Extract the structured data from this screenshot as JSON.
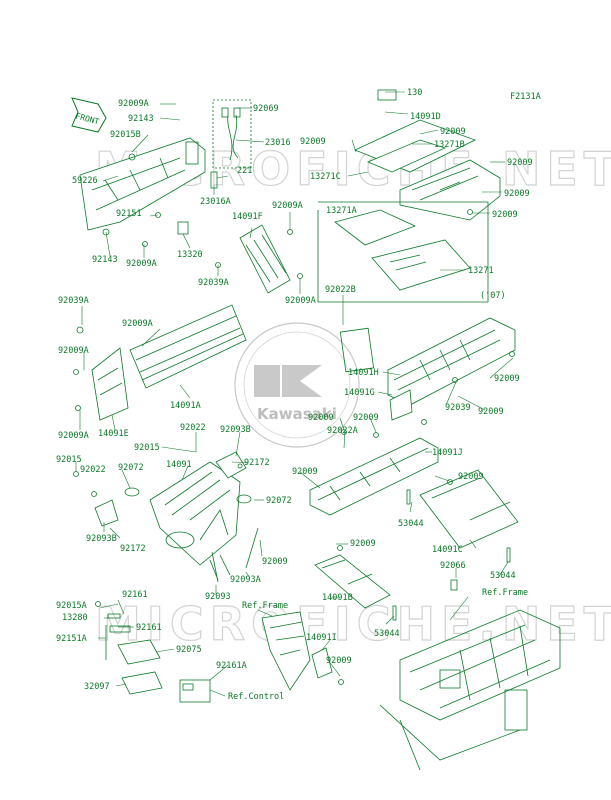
{
  "figure_code": "F2131A",
  "front_arrow_label": "FRONT",
  "watermark_text": "MICROFICHE.NET",
  "logo_text": "Kawasaki",
  "accent_color": "#0a7a26",
  "callouts": [
    {
      "id": "c1",
      "text": "92009A"
    },
    {
      "id": "c2",
      "text": "92143"
    },
    {
      "id": "c3",
      "text": "92015B"
    },
    {
      "id": "c4",
      "text": "59226"
    },
    {
      "id": "c5",
      "text": "92069"
    },
    {
      "id": "c6",
      "text": "23016"
    },
    {
      "id": "c7",
      "text": "221"
    },
    {
      "id": "c8",
      "text": "23016A"
    },
    {
      "id": "c9",
      "text": "92151"
    },
    {
      "id": "c10",
      "text": "92143"
    },
    {
      "id": "c11",
      "text": "92009A"
    },
    {
      "id": "c12",
      "text": "13320"
    },
    {
      "id": "c13",
      "text": "14091F"
    },
    {
      "id": "c14",
      "text": "92009A"
    },
    {
      "id": "c15",
      "text": "92039A"
    },
    {
      "id": "c16",
      "text": "92009A"
    },
    {
      "id": "c17",
      "text": "130"
    },
    {
      "id": "c18",
      "text": "14091D"
    },
    {
      "id": "c19",
      "text": "92009"
    },
    {
      "id": "c20",
      "text": "92009"
    },
    {
      "id": "c21",
      "text": "13271B"
    },
    {
      "id": "c22",
      "text": "13271C"
    },
    {
      "id": "c23",
      "text": "92009"
    },
    {
      "id": "c24",
      "text": "92009"
    },
    {
      "id": "c25",
      "text": "92009"
    },
    {
      "id": "c26",
      "text": "13271A"
    },
    {
      "id": "c27",
      "text": "13271"
    },
    {
      "id": "c28",
      "text": "('07)"
    },
    {
      "id": "c29",
      "text": "92022B"
    },
    {
      "id": "c30",
      "text": "92039A"
    },
    {
      "id": "c31",
      "text": "92009A"
    },
    {
      "id": "c32",
      "text": "92009A"
    },
    {
      "id": "c33",
      "text": "14091A"
    },
    {
      "id": "c34",
      "text": "92009A"
    },
    {
      "id": "c35",
      "text": "14091E"
    },
    {
      "id": "c36",
      "text": "14091H"
    },
    {
      "id": "c37",
      "text": "14091G"
    },
    {
      "id": "c38",
      "text": "92009"
    },
    {
      "id": "c39",
      "text": "92039"
    },
    {
      "id": "c40",
      "text": "92009"
    },
    {
      "id": "c41",
      "text": "92009"
    },
    {
      "id": "c42",
      "text": "92009"
    },
    {
      "id": "c43",
      "text": "92022A"
    },
    {
      "id": "c44",
      "text": "92022"
    },
    {
      "id": "c45",
      "text": "92093B"
    },
    {
      "id": "c46",
      "text": "92015"
    },
    {
      "id": "c47",
      "text": "92015"
    },
    {
      "id": "c48",
      "text": "92022"
    },
    {
      "id": "c49",
      "text": "92072"
    },
    {
      "id": "c50",
      "text": "14091"
    },
    {
      "id": "c51",
      "text": "92172"
    },
    {
      "id": "c52",
      "text": "92009"
    },
    {
      "id": "c53",
      "text": "14091J"
    },
    {
      "id": "c54",
      "text": "92009"
    },
    {
      "id": "c55",
      "text": "92072"
    },
    {
      "id": "c56",
      "text": "92093B"
    },
    {
      "id": "c57",
      "text": "92172"
    },
    {
      "id": "c58",
      "text": "53044"
    },
    {
      "id": "c59",
      "text": "14091C"
    },
    {
      "id": "c60",
      "text": "92009"
    },
    {
      "id": "c61",
      "text": "92093A"
    },
    {
      "id": "c62",
      "text": "92093"
    },
    {
      "id": "c63",
      "text": "92009"
    },
    {
      "id": "c64",
      "text": "92066"
    },
    {
      "id": "c65",
      "text": "53044"
    },
    {
      "id": "c66",
      "text": "Ref.Frame"
    },
    {
      "id": "c67",
      "text": "92015A"
    },
    {
      "id": "c68",
      "text": "92161"
    },
    {
      "id": "c69",
      "text": "13280"
    },
    {
      "id": "c70",
      "text": "92161"
    },
    {
      "id": "c71",
      "text": "92151A"
    },
    {
      "id": "c72",
      "text": "Ref.Frame"
    },
    {
      "id": "c73",
      "text": "14091B"
    },
    {
      "id": "c74",
      "text": "53044"
    },
    {
      "id": "c75",
      "text": "14091I"
    },
    {
      "id": "c76",
      "text": "92075"
    },
    {
      "id": "c77",
      "text": "92009"
    },
    {
      "id": "c78",
      "text": "92161A"
    },
    {
      "id": "c79",
      "text": "32097"
    },
    {
      "id": "c80",
      "text": "Ref.Control"
    }
  ]
}
